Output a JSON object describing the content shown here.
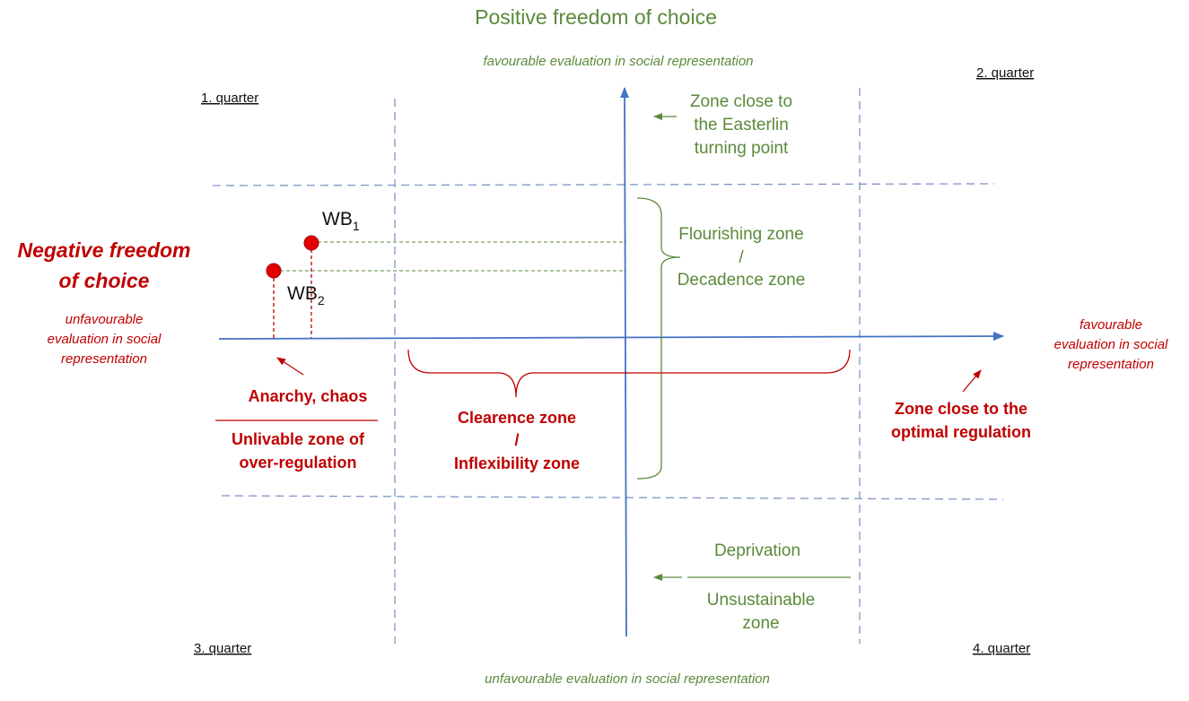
{
  "colors": {
    "axis": "#4472c4",
    "grid": "#7f95c8",
    "green": "#5b8a3a",
    "red": "#c00000",
    "dot": "#e00000"
  },
  "top": {
    "title": "Positive freedom of choice",
    "subtitle": "favourable evaluation in social representation"
  },
  "bottom": {
    "subtitle": "unfavourable evaluation in social representation"
  },
  "quarters": {
    "q1": "1. quarter",
    "q2": "2. quarter",
    "q3": "3. quarter",
    "q4": "4. quarter"
  },
  "left": {
    "title_line1": "Negative freedom",
    "title_line2": "of choice",
    "sub_line1": "unfavourable",
    "sub_line2": "evaluation in social",
    "sub_line3": "representation"
  },
  "right": {
    "sub_line1": "favourable",
    "sub_line2": "evaluation in social",
    "sub_line3": "representation"
  },
  "points": {
    "wb1": {
      "base": "WB",
      "sub": "1"
    },
    "wb2": {
      "base": "WB",
      "sub": "2"
    }
  },
  "zones": {
    "easterlin_line1": "Zone close to",
    "easterlin_line2": "the Easterlin",
    "easterlin_line3": "turning point",
    "flourishing": "Flourishing zone",
    "flourishing_sep": "/",
    "decadence": "Decadence zone",
    "anarchy": "Anarchy, chaos",
    "unlivable_line1": "Unlivable zone of",
    "unlivable_line2": "over-regulation",
    "clearence": "Clearence zone",
    "clearence_sep": "/",
    "inflexibility": "Inflexibility zone",
    "optimal_line1": "Zone close to the",
    "optimal_line2": "optimal regulation",
    "deprivation": "Deprivation",
    "unsustainable_line1": "Unsustainable",
    "unsustainable_line2": "zone"
  }
}
